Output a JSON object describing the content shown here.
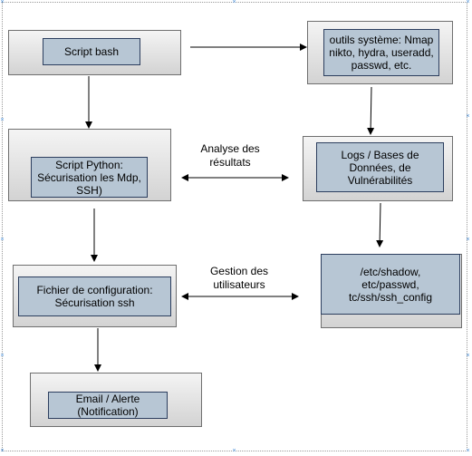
{
  "nodes": {
    "script_bash": "Script bash",
    "outils_systeme": "outils système: Nmap\nnikto, hydra, useradd,\npasswd, etc.",
    "script_python": "Script Python:\nSécurisation les Mdp,\nSSH)",
    "logs_bases": "Logs / Bases de\nDonnées, de\nVulnérabilités",
    "fichier_config": "Fichier de configuration:\nSécurisation ssh",
    "etc_files": "/etc/shadow,\netc/passwd,\ntc/ssh/ssh_config",
    "email_alerte": "Email / Alerte\n(Notification)"
  },
  "edge_labels": {
    "analyse": "Analyse des\nrésultats",
    "gestion": "Gestion des\nutilisateurs"
  },
  "colors": {
    "inner_fill": "#b7c6d4",
    "inner_border": "#2c3e5e",
    "outer_border": "#6f6f6f",
    "arrow": "#000000",
    "handle": "#4a8fd8"
  }
}
